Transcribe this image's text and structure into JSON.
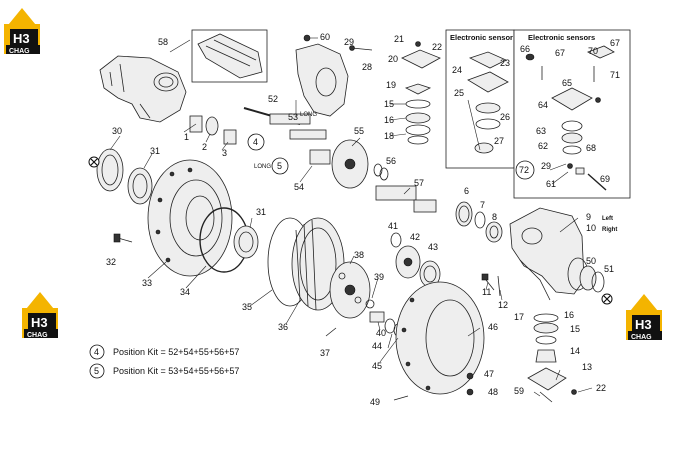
{
  "logo": {
    "letters": "H3",
    "subtitle": "CHAG",
    "accent": "#f4b400"
  },
  "boxes": {
    "sensor": {
      "title": "Electronic sensor"
    },
    "sensors": {
      "title": "Electronic sensors"
    }
  },
  "side_labels": {
    "left": "Left",
    "right": "Right"
  },
  "long_labels": {
    "a": "LONG",
    "b": "LONG"
  },
  "legend": [
    {
      "num": "4",
      "text": "Position Kit = 52+54+55+56+57"
    },
    {
      "num": "5",
      "text": "Position Kit = 53+54+55+56+57"
    }
  ],
  "circled": {
    "c4": "4",
    "c5": "5",
    "c72": "72"
  },
  "parts": {
    "p1": "1",
    "p2": "2",
    "p3": "3",
    "p6": "6",
    "p7": "7",
    "p8": "8",
    "p9": "9",
    "p10": "10",
    "p11": "11",
    "p12": "12",
    "p13": "13",
    "p14": "14",
    "p15": "15",
    "p15b": "15",
    "p16": "16",
    "p16b": "16",
    "p17": "17",
    "p18": "18",
    "p19": "19",
    "p20": "20",
    "p21": "21",
    "p22": "22",
    "p22b": "22",
    "p23": "23",
    "p24": "24",
    "p25": "25",
    "p26": "26",
    "p27": "27",
    "p28": "28",
    "p29": "29",
    "p29b": "29",
    "p30": "30",
    "p31": "31",
    "p31b": "31",
    "p32": "32",
    "p33": "33",
    "p34": "34",
    "p35": "35",
    "p36": "36",
    "p37": "37",
    "p38": "38",
    "p39": "39",
    "p40": "40",
    "p41": "41",
    "p42": "42",
    "p43": "43",
    "p44": "44",
    "p45": "45",
    "p46": "46",
    "p47": "47",
    "p48": "48",
    "p49": "49",
    "p50": "50",
    "p51": "51",
    "p52": "52",
    "p53": "53",
    "p54": "54",
    "p55": "55",
    "p56": "56",
    "p57": "57",
    "p58": "58",
    "p59": "59",
    "p60": "60",
    "p61": "61",
    "p62": "62",
    "p63": "63",
    "p64": "64",
    "p65": "65",
    "p66": "66",
    "p67": "67",
    "p67b": "67",
    "p68": "68",
    "p69": "69",
    "p70": "70",
    "p71": "71"
  }
}
